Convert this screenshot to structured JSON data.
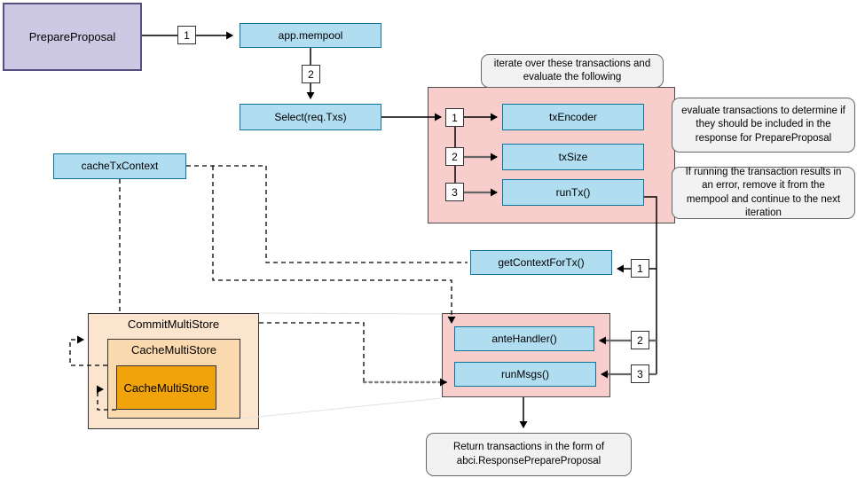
{
  "diagram": {
    "title_context": "PrepareProposal flow",
    "nodes": {
      "prepare_proposal": "PrepareProposal",
      "app_mempool": "app.mempool",
      "select_txs": "Select(req.Txs)",
      "tx_encoder": "txEncoder",
      "tx_size": "txSize",
      "run_tx": "runTx()",
      "cache_tx_context": "cacheTxContext",
      "get_context_for_tx": "getContextForTx()",
      "ante_handler": "anteHandler()",
      "run_msgs": "runMsgs()",
      "commit_multi_store": "CommitMultiStore",
      "cache_multi_store": "CacheMultiStore",
      "cache_multi_store_inner": "CacheMultiStore"
    },
    "notes": {
      "iterate": "iterate over these transactions and evaluate the following",
      "evaluate": "evaluate transactions to determine if they should be included in the response for PrepareProposal",
      "on_error": "If running the transaction results in an error, remove it from the mempool and continue to the next iteration",
      "return": "Return transactions in the form of abci.ResponsePrepareProposal"
    },
    "badges": {
      "flow_1": "1",
      "flow_2": "2",
      "eval_1": "1",
      "eval_2": "2",
      "eval_3": "3",
      "runtx_1": "1",
      "runtx_2": "2",
      "runtx_3": "3"
    },
    "colors": {
      "node_blue_fill": "#B1DDF0",
      "node_blue_border": "#10739E",
      "purple_fill": "#CDC9E4",
      "purple_border": "#56517E",
      "pink_container_fill": "#F8CECC",
      "store_outer_fill": "#FBE5CE",
      "store_mid_fill": "#FAD9AE",
      "store_inner_fill": "#F0A30A",
      "note_fill": "#F2F2F2",
      "edge_black": "#000000",
      "edge_gray": "#666666"
    }
  }
}
